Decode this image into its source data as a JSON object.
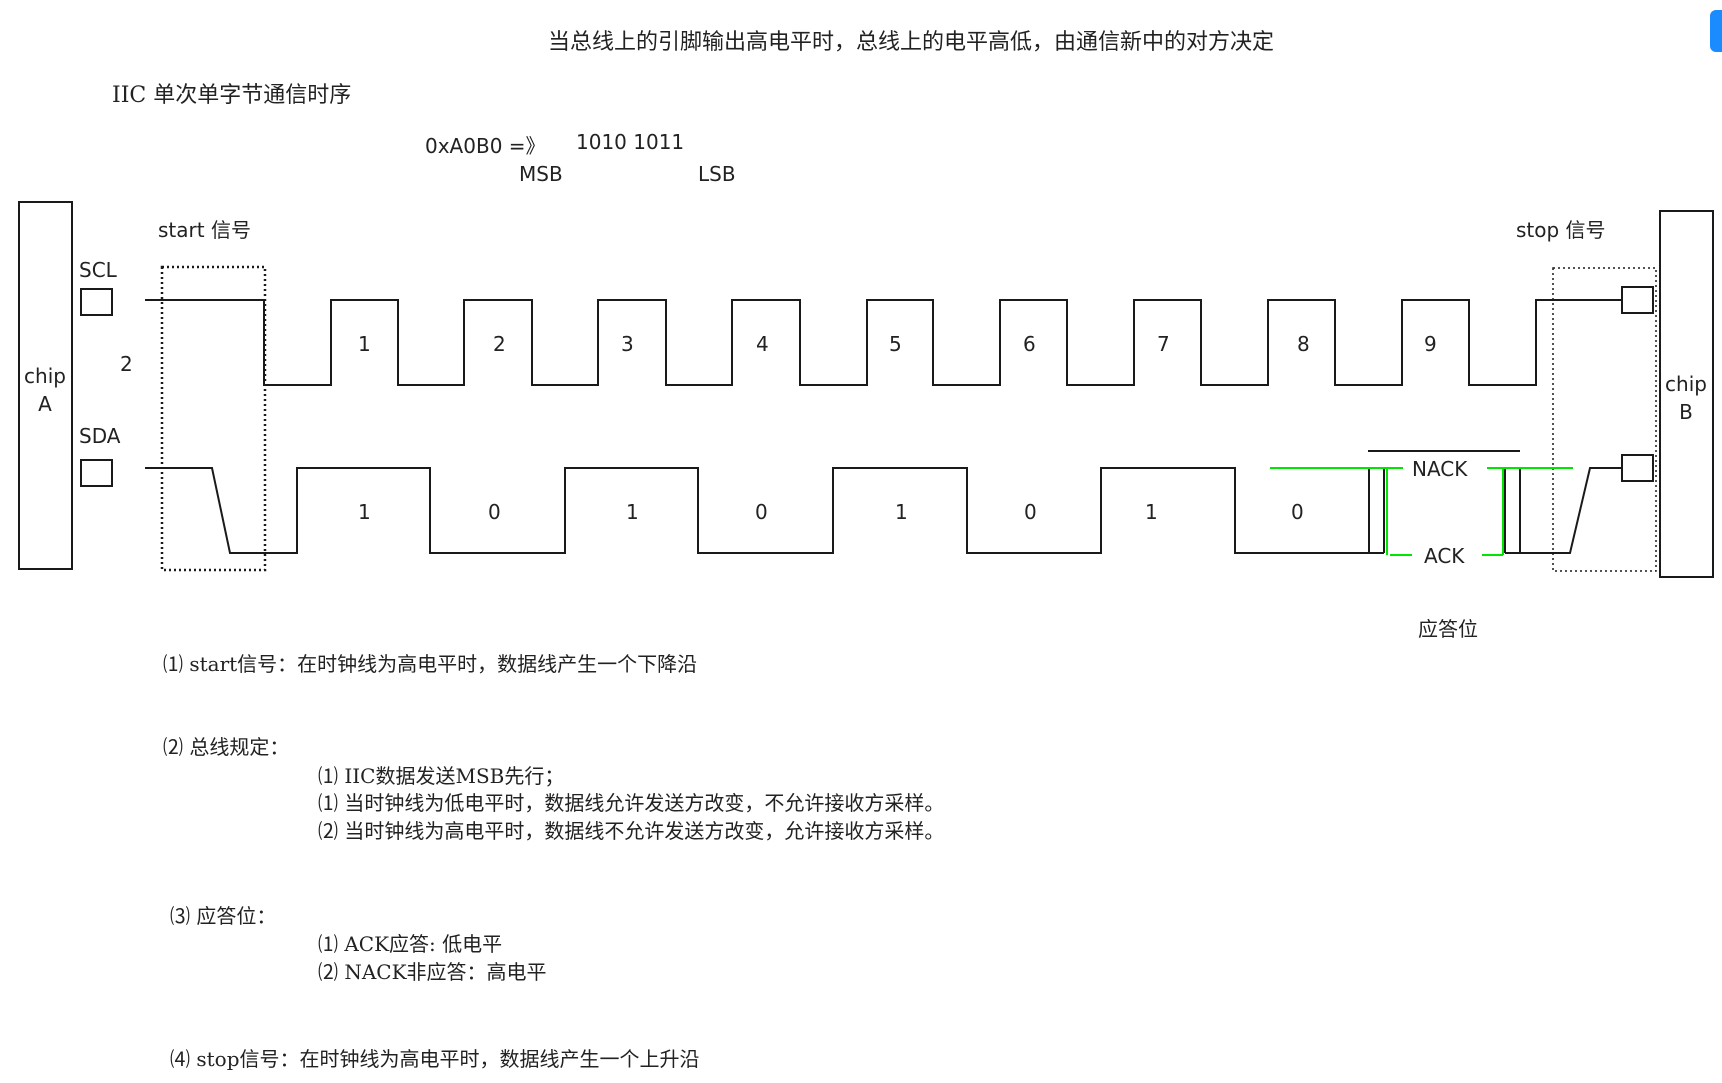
{
  "header": {
    "title": "当总线上的引脚输出高电平时，总线上的电平高低，由通信新中的对方决定",
    "subtitle": "IIC 单次单字节通信时序"
  },
  "byte_example": {
    "hex": "0xA0B0 =》",
    "bits": "1010  1011",
    "msb": "MSB",
    "lsb": "LSB"
  },
  "diagram": {
    "start_label": "start 信号",
    "stop_label": "stop 信号",
    "chip_a": [
      "chip",
      "A"
    ],
    "chip_b": [
      "chip",
      "B"
    ],
    "scl_label": "SCL",
    "sda_label": "SDA",
    "wire_count": "2",
    "clock_numbers": [
      "1",
      "2",
      "3",
      "4",
      "5",
      "6",
      "7",
      "8",
      "9"
    ],
    "data_bits": [
      "1",
      "0",
      "1",
      "0",
      "1",
      "0",
      "1",
      "0"
    ],
    "nack_label": "NACK",
    "ack_label": "ACK",
    "ack_bit_label": "应答位",
    "ack_color": "#00e600",
    "line_color": "#1a1a1a"
  },
  "notes": {
    "n1": "⑴ start信号：在时钟线为高电平时，数据线产生一个下降沿",
    "n2": "⑵ 总线规定：",
    "n2_items": [
      "⑴ IIC数据发送MSB先行；",
      "⑴ 当时钟线为低电平时，数据线允许发送方改变，不允许接收方采样。",
      "⑵ 当时钟线为高电平时，数据线不允许发送方改变，允许接收方采样。"
    ],
    "n3": "⑶ 应答位：",
    "n3_items": [
      "⑴ ACK应答: 低电平",
      "⑵ NACK非应答：高电平"
    ],
    "n4": "⑷ stop信号：在时钟线为高电平时，数据线产生一个上升沿"
  }
}
